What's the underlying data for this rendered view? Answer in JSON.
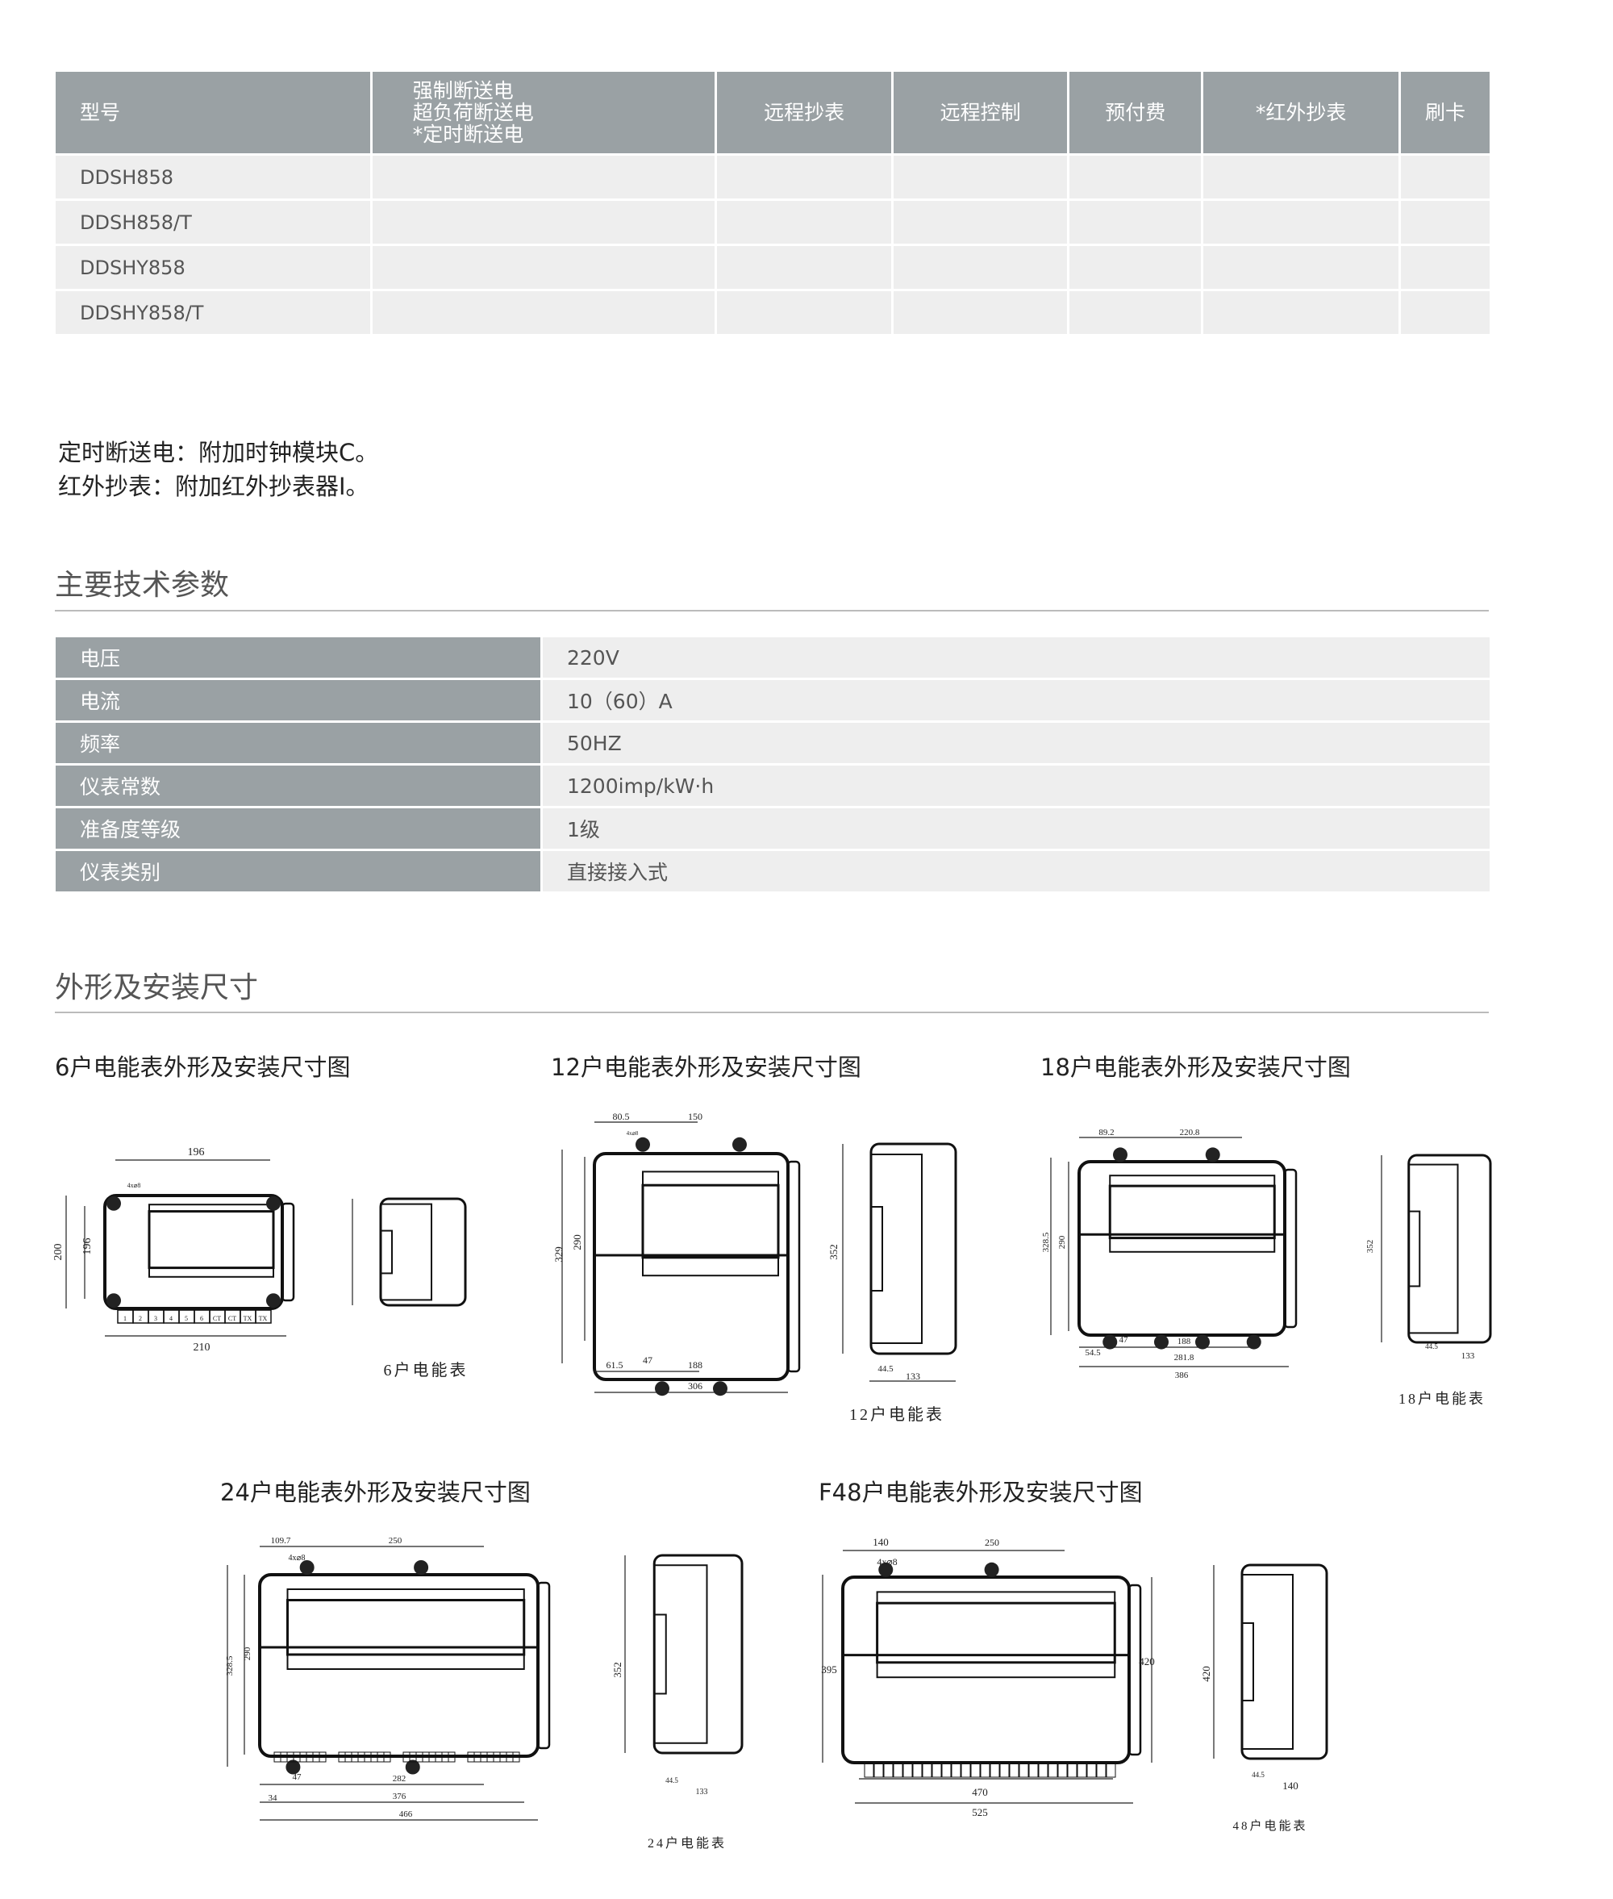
{
  "feature_table": {
    "headers": [
      "型号",
      "强制断送电\n超负荷断送电\n*定时断送电",
      "远程抄表",
      "远程控制",
      "预付费",
      "*红外抄表",
      "刷卡"
    ],
    "header_lines": [
      "强制断送电",
      "超负荷断送电",
      "*定时断送电"
    ],
    "rows": [
      "DDSH858",
      "DDSH858/T",
      "DDSHY858",
      "DDSHY858/T"
    ]
  },
  "notes": [
    "定时断送电：附加时钟模块C。",
    "红外抄表：附加红外抄表器I。"
  ],
  "params_section": {
    "title": "主要技术参数",
    "rows": [
      {
        "k": "电压",
        "v": "220V"
      },
      {
        "k": "电流",
        "v": "10（60）A"
      },
      {
        "k": "频率",
        "v": "50HZ"
      },
      {
        "k": "仪表常数",
        "v": "1200imp/kW·h"
      },
      {
        "k": "准备度等级",
        "v": "1级"
      },
      {
        "k": "仪表类别",
        "v": "直接接入式"
      }
    ]
  },
  "dims_section": {
    "title": "外形及安装尺寸",
    "drawings": [
      {
        "title": "6户电能表外形及安装尺寸图",
        "caption": "6户电能表",
        "dims": [
          "196",
          "4x⌀8",
          "200",
          "196",
          "210"
        ],
        "terminals": [
          "1",
          "2",
          "3",
          "4",
          "5",
          "6",
          "CT",
          "CT",
          "TX",
          "TX"
        ]
      },
      {
        "title": "12户电能表外形及安装尺寸图",
        "caption": "12户电能表",
        "dims": [
          "80.5",
          "150",
          "4x⌀8",
          "329",
          "290",
          "61.5",
          "47",
          "188",
          "306",
          "352",
          "44.5",
          "133"
        ]
      },
      {
        "title": "18户电能表外形及安装尺寸图",
        "caption": "18户电能表",
        "dims": [
          "89.2",
          "220.8",
          "328.5",
          "290",
          "54.5",
          "47",
          "188",
          "281.8",
          "386",
          "352",
          "44.5",
          "133"
        ]
      },
      {
        "title": "24户电能表外形及安装尺寸图",
        "caption": "24户电能表",
        "dims": [
          "109.7",
          "250",
          "4x⌀8",
          "290",
          "328.5",
          "34",
          "47",
          "282",
          "376",
          "466",
          "352",
          "44.5",
          "133"
        ]
      },
      {
        "title": "F48户电能表外形及安装尺寸图",
        "caption": "48户电能表",
        "dims": [
          "140",
          "250",
          "4x⌀8",
          "395",
          "420",
          "470",
          "525",
          "420",
          "44.5",
          "140"
        ]
      }
    ]
  }
}
